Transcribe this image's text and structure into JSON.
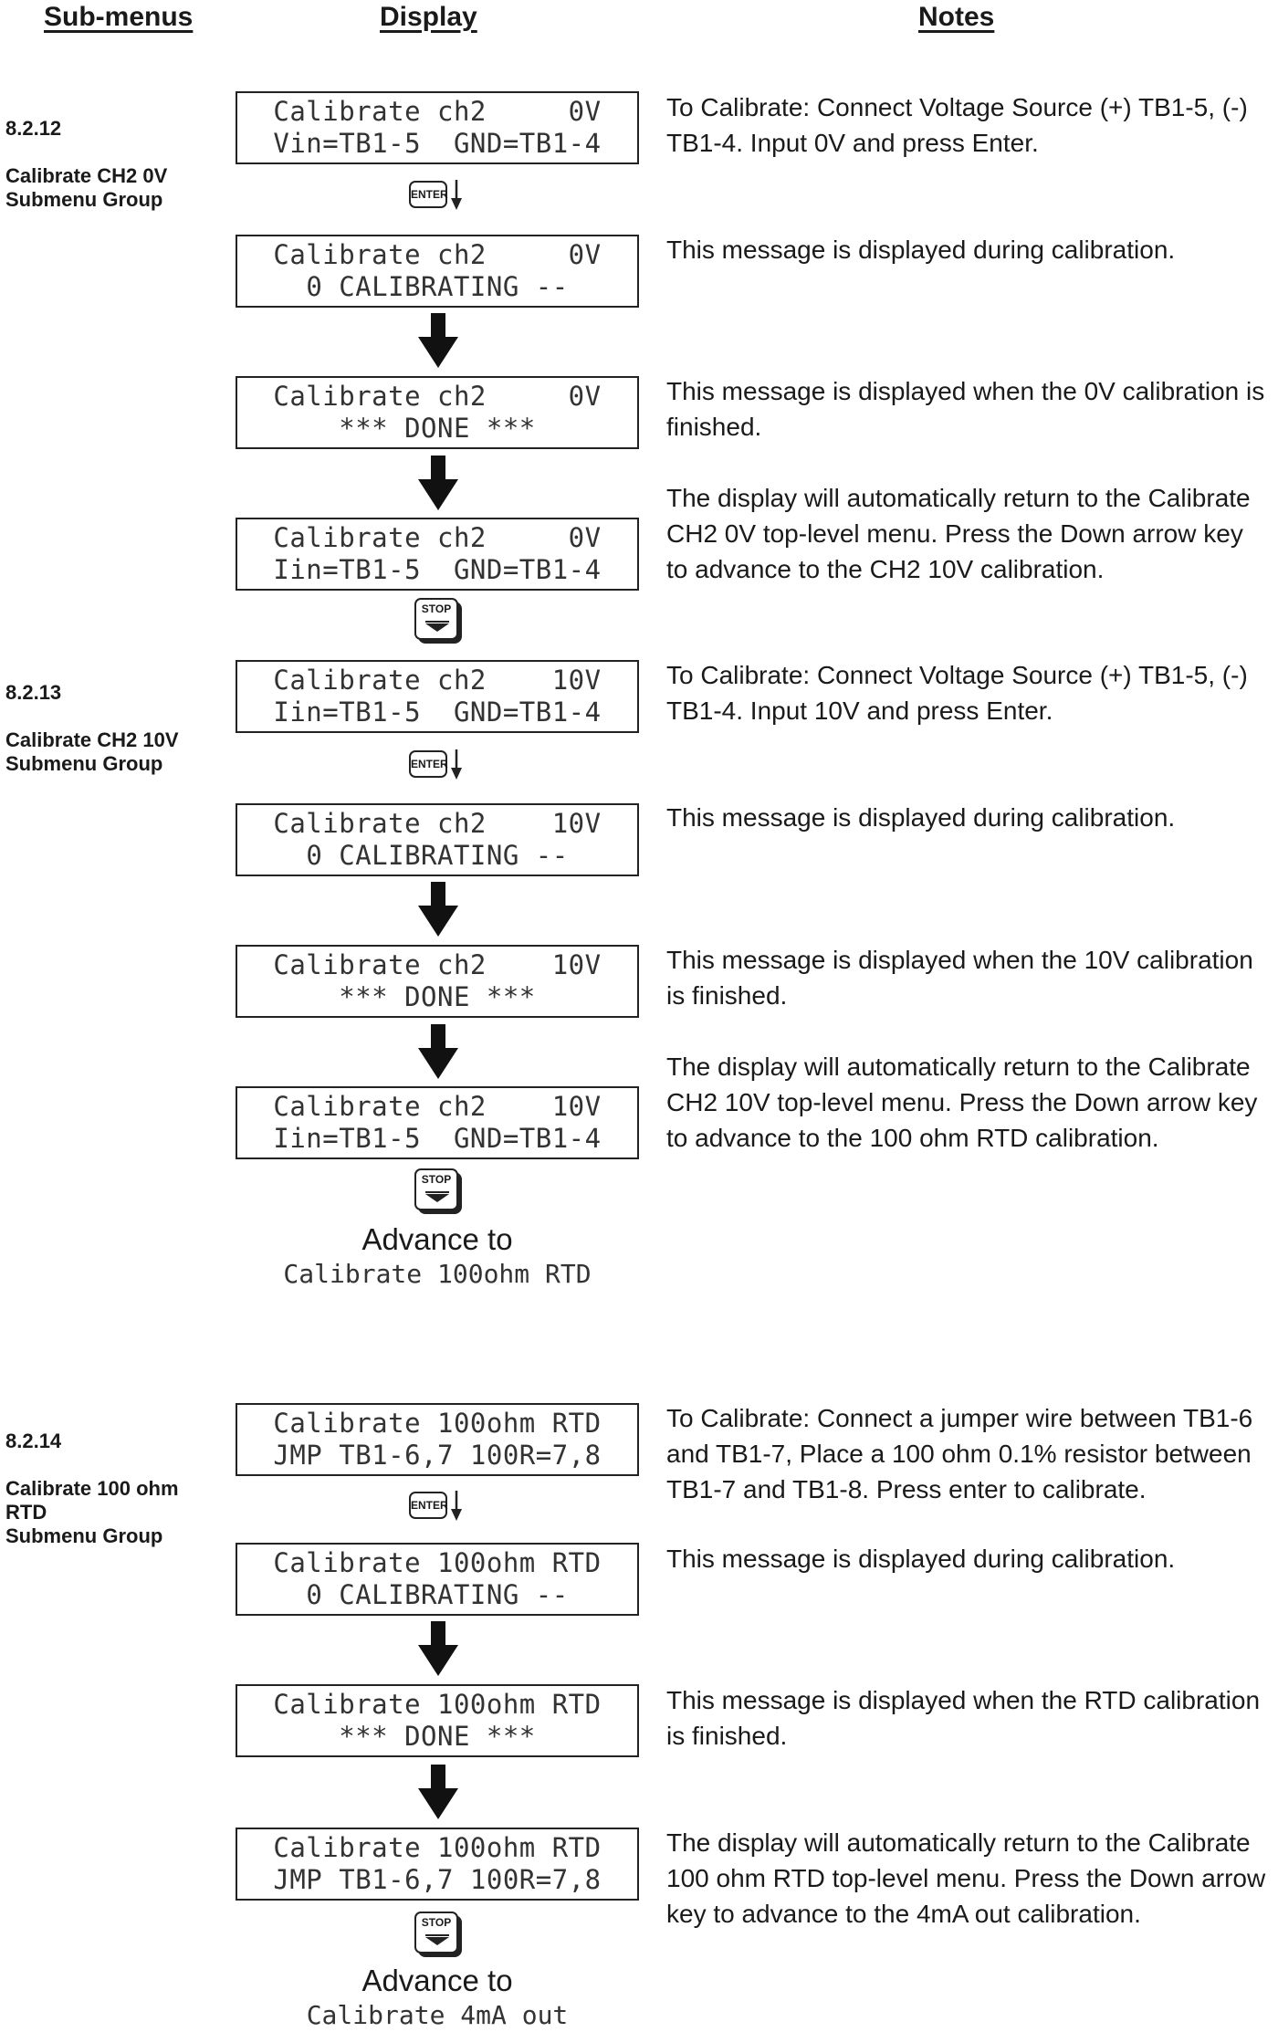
{
  "headers": {
    "submenus": "Sub-menus",
    "display": "Display",
    "notes": "Notes"
  },
  "sections": [
    {
      "number": "8.2.12",
      "title": "Calibrate CH2 0V\nSubmenu Group"
    },
    {
      "number": "8.2.13",
      "title": "Calibrate CH2 10V\nSubmenu Group"
    },
    {
      "number": "8.2.14",
      "title": "Calibrate 100 ohm\nRTD\nSubmenu Group"
    }
  ],
  "displays": [
    {
      "l1": "Calibrate ch2     0V",
      "l2": "Vin=TB1-5  GND=TB1-4"
    },
    {
      "l1": "Calibrate ch2     0V",
      "l2": "0 CALIBRATING --"
    },
    {
      "l1": "Calibrate ch2     0V",
      "l2": "*** DONE ***"
    },
    {
      "l1": "Calibrate ch2     0V",
      "l2": "Iin=TB1-5  GND=TB1-4"
    },
    {
      "l1": "Calibrate ch2    10V",
      "l2": "Iin=TB1-5  GND=TB1-4"
    },
    {
      "l1": "Calibrate ch2    10V",
      "l2": "0 CALIBRATING --"
    },
    {
      "l1": "Calibrate ch2    10V",
      "l2": "*** DONE ***"
    },
    {
      "l1": "Calibrate ch2    10V",
      "l2": "Iin=TB1-5  GND=TB1-4"
    },
    {
      "l1": "Calibrate 100ohm RTD",
      "l2": "JMP TB1-6,7 100R=7,8"
    },
    {
      "l1": "Calibrate 100ohm RTD",
      "l2": "0 CALIBRATING --"
    },
    {
      "l1": "Calibrate 100ohm RTD",
      "l2": "*** DONE ***"
    },
    {
      "l1": "Calibrate 100ohm RTD",
      "l2": "JMP TB1-6,7 100R=7,8"
    }
  ],
  "keys": {
    "enter": "ENTER",
    "stop": "STOP"
  },
  "advances": [
    {
      "label": "Advance to",
      "target": "Calibrate 100ohm RTD"
    },
    {
      "label": "Advance to",
      "target": "Calibrate 4mA out"
    }
  ],
  "notes": [
    "To Calibrate: Connect Voltage Source (+) TB1-5, (-) TB1-4.  Input 0V and press Enter.",
    "This message is displayed during calibration.",
    "This message is displayed when the 0V calibration is finished.",
    "The display will automatically return to the Calibrate CH2 0V top-level menu.  Press the Down arrow key to advance to the CH2 10V calibration.",
    "To Calibrate: Connect Voltage Source (+) TB1-5, (-) TB1-4.  Input 10V and press Enter.",
    "This message is displayed during calibration.",
    "This message is displayed when the 10V calibration is finished.",
    "The display will automatically return to the Calibrate CH2 10V top-level menu.  Press the Down arrow key to advance to the 100 ohm RTD calibration.",
    "To Calibrate: Connect a jumper wire between TB1-6 and TB1-7,  Place a 100 ohm 0.1% resistor between TB1-7 and TB1-8.  Press enter to calibrate.",
    "This message is displayed during calibration.",
    "This message is displayed when the RTD calibration is finished.",
    "The display will automatically return to the Calibrate 100 ohm RTD top-level menu.  Press the Down arrow key to advance to the 4mA out calibration."
  ]
}
